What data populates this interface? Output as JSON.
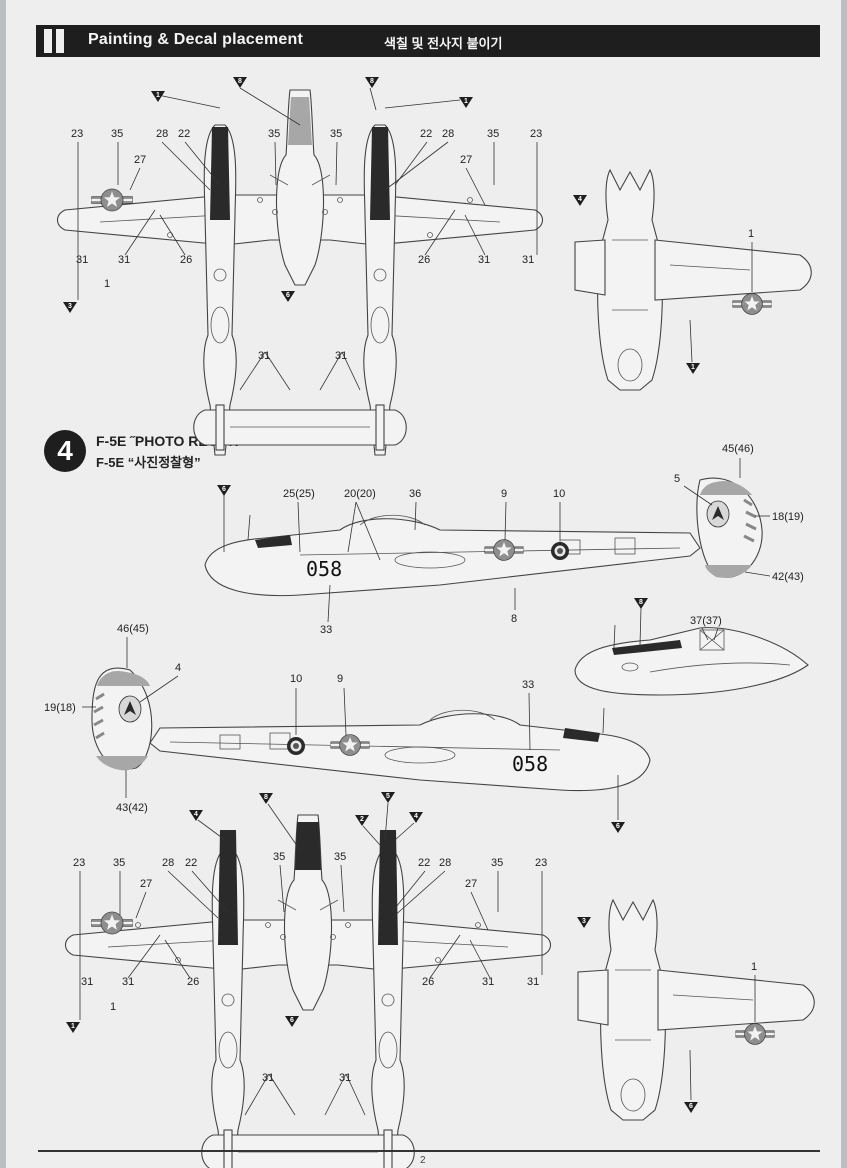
{
  "header": {
    "title": "Painting & Decal placement",
    "subtitle": "색칠 및 전사지 붙이기"
  },
  "section": {
    "number": "4",
    "title_en": "F-5E ˝PHOTO RECON˝",
    "title_ko": "F-5E “사진정찰형”"
  },
  "page_number": "2",
  "aircraft_code": "058",
  "callouts": {
    "top_view_1": [
      "23",
      "35",
      "28",
      "22",
      "35",
      "35",
      "22",
      "28",
      "35",
      "23",
      "27",
      "27",
      "31",
      "31",
      "26",
      "1",
      "26",
      "31",
      "31",
      "31",
      "31"
    ],
    "front_view_1": [
      "1"
    ],
    "side_view_right": [
      "45(46)",
      "5",
      "18(19)",
      "42(43)",
      "25(25)",
      "20(20)",
      "36",
      "9",
      "10",
      "33",
      "8"
    ],
    "canopy_view": [
      "37(37)"
    ],
    "side_view_left": [
      "46(45)",
      "4",
      "19(18)",
      "10",
      "9",
      "33",
      "43(42)"
    ],
    "top_view_2": [
      "23",
      "35",
      "28",
      "22",
      "35",
      "35",
      "22",
      "28",
      "35",
      "23",
      "27",
      "27",
      "31",
      "31",
      "26",
      "1",
      "26",
      "31",
      "31",
      "31",
      "31"
    ],
    "front_view_2": [
      "1"
    ]
  },
  "color_markers": [
    "1",
    "8",
    "8",
    "1",
    "4",
    "6",
    "3",
    "1",
    "6",
    "8",
    "6",
    "4",
    "8",
    "2",
    "5",
    "4",
    "3",
    "6",
    "6"
  ]
}
